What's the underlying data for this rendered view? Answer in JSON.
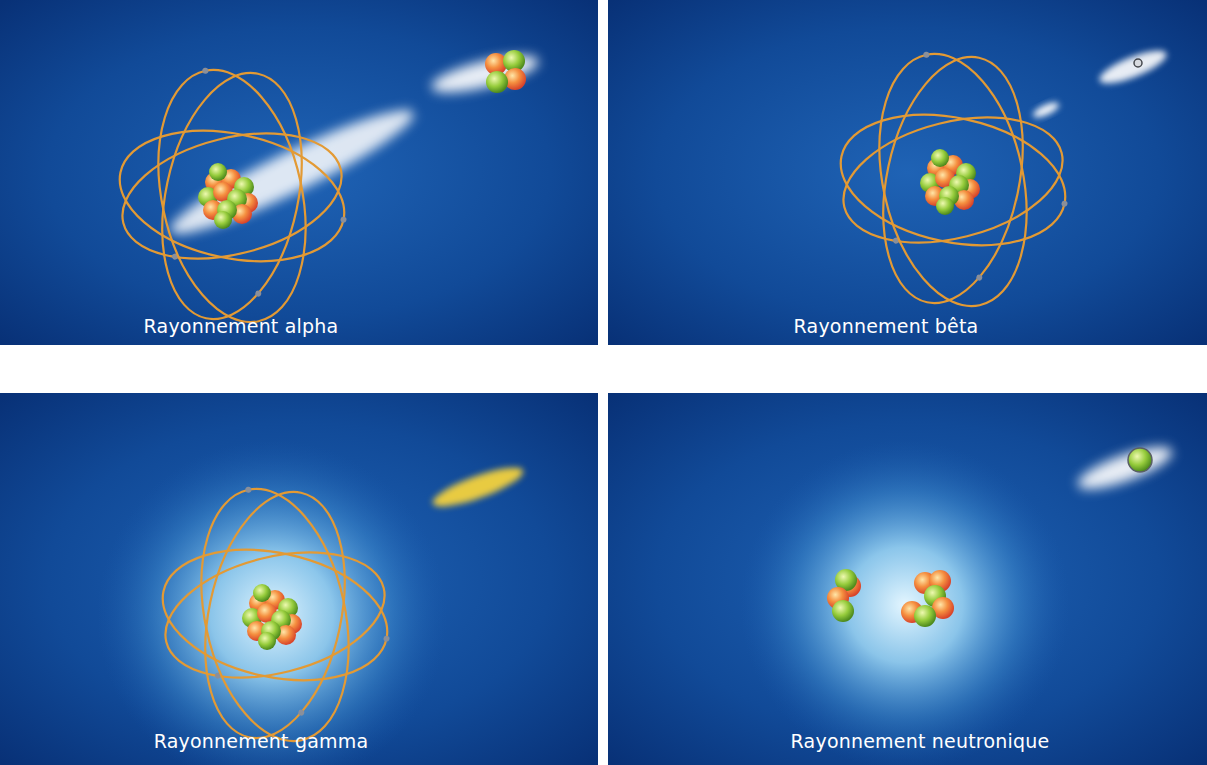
{
  "diagram": {
    "nodes": [
      {
        "text": [
          "Rayonnement alpha"
        ]
      },
      {
        "text": [
          "Rayonnement bêta"
        ]
      },
      {
        "text": [
          "Rayonnement gamma"
        ]
      },
      {
        "text": [
          "Rayonnement neutronique"
        ]
      }
    ]
  }
}
